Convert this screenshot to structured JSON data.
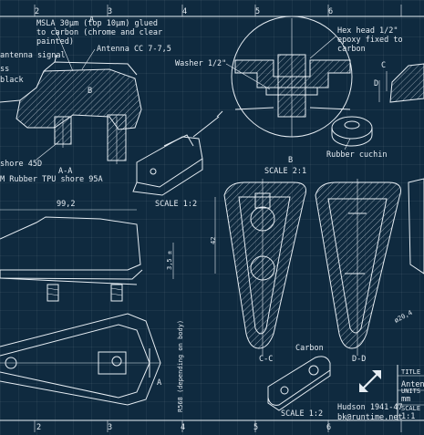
{
  "ruler": {
    "top": [
      "2",
      "3",
      "4",
      "5",
      "6"
    ],
    "bottom": [
      "2",
      "3",
      "4",
      "5",
      "6"
    ]
  },
  "callouts": {
    "msla": "MSLA 30µm (top 10µm) glued",
    "msla_2": "to carbon (chrome and clear",
    "msla_3": "painted)",
    "antenna_cc": "Antenna CC 7-7,5",
    "antenna_signal": "antenna signal",
    "ss": "ss",
    "black": "black",
    "hex_head": "Hex head 1/2\"",
    "hex_head_2": "epoxy fixed to",
    "hex_head_3": "carbon",
    "washer": "Washer 1/2\"",
    "rubber_cuchin": "Rubber cuchin",
    "shore_45d": "shore 45D",
    "tpu": "M Rubber TPU shore 95A",
    "carbon": "Carbon"
  },
  "section_labels": {
    "a_top": "A",
    "aa": "A-A",
    "b": "B",
    "b_scale": "SCALE 2:1",
    "b_letter": "B",
    "c": "C",
    "d": "D",
    "cc": "C-C",
    "dd": "D-D",
    "a_mark": "A"
  },
  "scales": {
    "top_mid": "SCALE 1:2",
    "bottom": "SCALE 1:2"
  },
  "dimensions": {
    "width": "99,2",
    "height": "3,5 ±",
    "length_42": "42",
    "r568": "R568 (depending on body)",
    "dia": "ø20,4"
  },
  "title_block": {
    "title_label": "TITLE",
    "title_value": "Anten",
    "units_label": "UNITS",
    "units_value": "mm",
    "scale_label": "SCALE",
    "scale_value": "1:1",
    "author": "Hudson 1941-47",
    "email": "bk@runtime.net"
  },
  "colors": {
    "background": "#0f2a3f",
    "line": "#e6edf3"
  },
  "icons": {
    "expand": "expand-arrows-icon"
  }
}
